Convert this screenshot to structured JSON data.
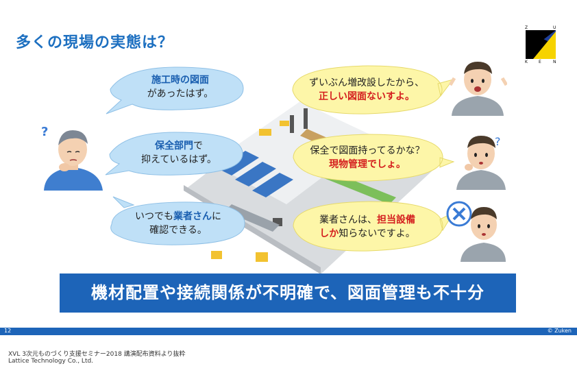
{
  "title": "多くの現場の実態は？",
  "bubbles_left": [
    {
      "line1_em": "施工時の図面",
      "line2": "があったはず。"
    },
    {
      "line1_em": "保全部門",
      "line1_rest": "で",
      "line2": "抑えているはず。"
    },
    {
      "line1_pre": "いつでも",
      "line1_em": "業者さん",
      "line1_rest": "に",
      "line2": "確認できる。"
    }
  ],
  "bubbles_right": [
    {
      "line1": "ずいぶん増改設したから、",
      "line2_em": "正しい図面ないすよ。"
    },
    {
      "line1": "保全で図面持ってるかな？",
      "line2_em": "現物管理でしょ。"
    },
    {
      "line1_pre": "業者さんは、",
      "line1_em": "担当設備",
      "line2_em": "しか",
      "line2_rest": "知らないですよ。"
    }
  ],
  "banner": "機材配置や接続関係が不明確で、図面管理も不十分",
  "footer": {
    "page": "12",
    "copyright": "© Zuken"
  },
  "source": {
    "line1": "XVL 3次元ものづくり支援セミナー2018 講演配布資料より抜粋",
    "line2": "Lattice Technology Co., Ltd."
  },
  "logo": {
    "letters": [
      "Z",
      "U",
      "K",
      "E",
      "N"
    ]
  },
  "colors": {
    "title": "#1c6fc0",
    "banner": "#1d64b8",
    "bubble_blue": "#bfe0f7",
    "bubble_yellow": "#fdf6a8",
    "emphasis_red": "#d41e1e"
  }
}
